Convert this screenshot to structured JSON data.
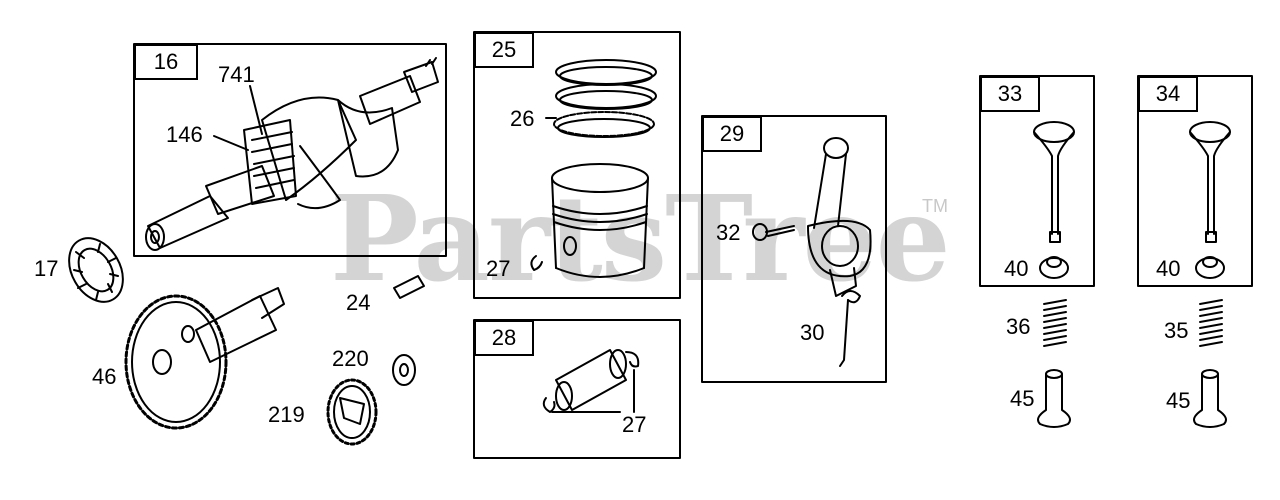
{
  "watermark": "PartsTree",
  "watermark_mark": "TM",
  "groups": [
    {
      "id": "16",
      "label": "16",
      "parts": [
        "741",
        "146"
      ]
    },
    {
      "id": "25",
      "label": "25",
      "parts": [
        "26",
        "27"
      ]
    },
    {
      "id": "28",
      "label": "28",
      "parts": [
        "27"
      ]
    },
    {
      "id": "29",
      "label": "29",
      "parts": [
        "32",
        "30"
      ]
    },
    {
      "id": "33",
      "label": "33",
      "parts": [
        "40",
        "36",
        "45"
      ]
    },
    {
      "id": "34",
      "label": "34",
      "parts": [
        "40",
        "35",
        "45"
      ]
    }
  ],
  "labels": {
    "g16_741": "741",
    "g16_146": "146",
    "p17": "17",
    "p46": "46",
    "p24": "24",
    "p220": "220",
    "p219": "219",
    "g25_26": "26",
    "g25_27": "27",
    "g28_27": "27",
    "g29_32": "32",
    "g29_30": "30",
    "g33_40": "40",
    "g33_36": "36",
    "g33_45": "45",
    "g34_40": "40",
    "g34_35": "35",
    "g34_45": "45"
  }
}
